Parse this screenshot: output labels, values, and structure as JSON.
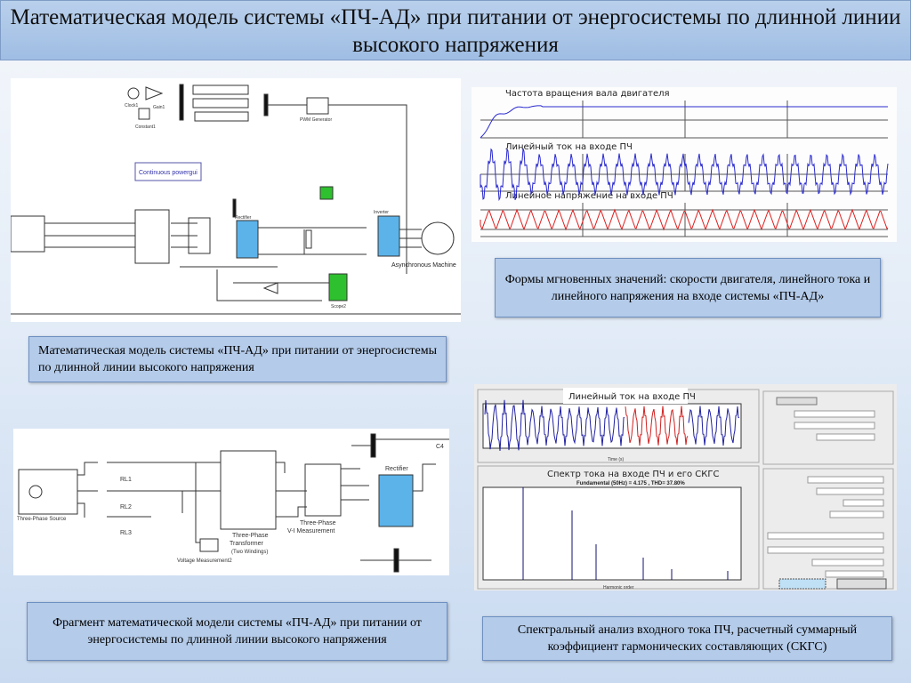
{
  "title": "Математическая модель системы «ПЧ-АД» при питании от энергосистемы по длинной линии высокого напряжения",
  "captions": {
    "model": "Математическая модель системы «ПЧ-АД» при питании от энергосистемы по длинной линии высокого напряжения",
    "waveforms": "Формы мгновенных значений: скорости двигателя, линейного тока и линейного напряжения на входе системы «ПЧ-АД»",
    "fragment": "Фрагмент математической модели системы «ПЧ-АД» при питании от энергосистемы по длинной линии высокого напряжения",
    "spectrum": "Спектральный анализ входного тока ПЧ, расчетный суммарный коэффициент гармонических составляющих (СКГС)"
  },
  "waveforms": {
    "speed_title": "Частота вращения вала двигателя",
    "current_title": "Линейный ток на входе ПЧ",
    "voltage_title": "Линейное напряжение на входе ПЧ",
    "colors": {
      "speed": "#2a2ad0",
      "current": "#2a2ad0",
      "voltage": "#e02020"
    }
  },
  "fft": {
    "signal_title": "Линейный ток на входе ПЧ",
    "spectrum_title": "Спектр тока на входе ПЧ и его СКГС",
    "result": "Fundamental (50Hz) = 4.175 , THD= 37.80%",
    "xlabel_time": "Time (s)",
    "xlabel_harm": "Harmonic order"
  },
  "fragment": {
    "source": "Three-Phase Source",
    "rl": [
      "RL1",
      "RL2",
      "RL3"
    ],
    "transformer": [
      "Three-Phase",
      "Transformer",
      "(Two Windings)"
    ],
    "vi": [
      "Three-Phase",
      "V-I Measurement"
    ],
    "rectifier": "Rectifier",
    "vm": "Voltage Measurement2",
    "c4": "C4"
  },
  "model": {
    "clock": "Clock1",
    "gain": "Gain1",
    "constant": "Constant1",
    "pwm": "PWM Generator",
    "powergui": "Continuous powergui",
    "scope": "Scope2",
    "rectifier": "Rectifier",
    "inverter": "Inverter",
    "motor": "Asynchronous Machine"
  }
}
